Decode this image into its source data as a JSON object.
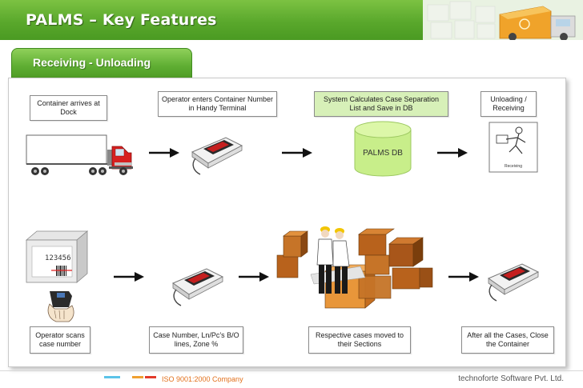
{
  "header": {
    "title": "PALMS – Key Features"
  },
  "section": {
    "title": "Receiving - Unloading"
  },
  "steps": {
    "container_arrives": "Container arrives at Dock",
    "operator_enters": "Operator enters Container Number in Handy Terminal",
    "system_calculates": "System Calculates Case Separation List and Save in DB",
    "unloading_receiving": "Unloading / Receiving",
    "operator_scans": "Operator scans case number",
    "case_number_info": "Case Number, Ln/Pc’s B/O lines, Zone %",
    "cases_moved": "Respective cases moved to their Sections",
    "close_container": "After all the Cases, Close the Container"
  },
  "diagram": {
    "db_label": "PALMS DB",
    "barcode_number": "123456",
    "receiving_caption": "Receiving"
  },
  "footer": {
    "left_text": "ISO 9001:2000 Company",
    "right_text": "technoforte Software Pvt. Ltd."
  },
  "colors": {
    "header_green": "#5aa82c",
    "db_green": "#c8ee8a",
    "box_orange": "#e8963a",
    "footer_orange": "#e2701c"
  }
}
